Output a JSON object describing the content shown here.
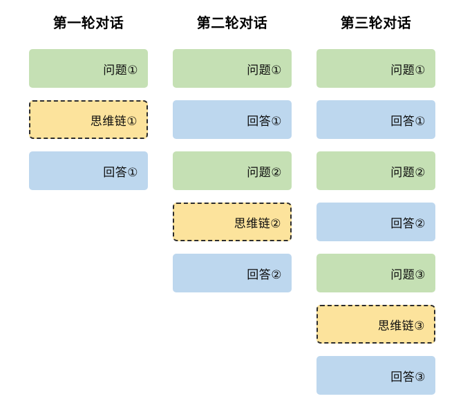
{
  "diagram": {
    "type": "multi-turn-dialogue-flow",
    "colors": {
      "question": "#c5e0b4",
      "answer": "#bdd7ee",
      "chain_of_thought": "#fce39c",
      "dashed_border": "#2b2b2b",
      "text": "#0d0d0d",
      "background": "#ffffff"
    },
    "columns": [
      {
        "title": "第一轮对话",
        "boxes": [
          {
            "label": "问题①",
            "kind": "question"
          },
          {
            "label": "思维链①",
            "kind": "cot"
          },
          {
            "label": "回答①",
            "kind": "answer"
          }
        ]
      },
      {
        "title": "第二轮对话",
        "boxes": [
          {
            "label": "问题①",
            "kind": "question"
          },
          {
            "label": "回答①",
            "kind": "answer"
          },
          {
            "label": "问题②",
            "kind": "question"
          },
          {
            "label": "思维链②",
            "kind": "cot"
          },
          {
            "label": "回答②",
            "kind": "answer"
          }
        ]
      },
      {
        "title": "第三轮对话",
        "boxes": [
          {
            "label": "问题①",
            "kind": "question"
          },
          {
            "label": "回答①",
            "kind": "answer"
          },
          {
            "label": "问题②",
            "kind": "question"
          },
          {
            "label": "回答②",
            "kind": "answer"
          },
          {
            "label": "问题③",
            "kind": "question"
          },
          {
            "label": "思维链③",
            "kind": "cot"
          },
          {
            "label": "回答③",
            "kind": "answer"
          }
        ]
      }
    ]
  }
}
